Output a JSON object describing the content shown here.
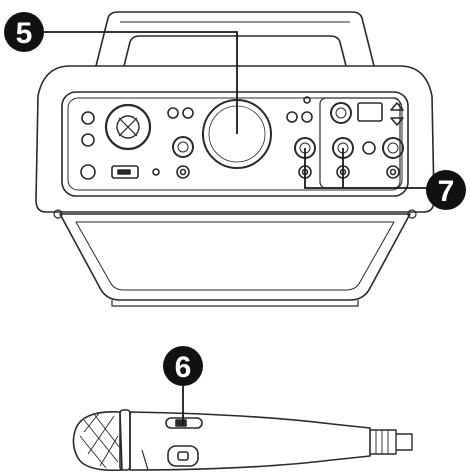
{
  "callouts": {
    "top_left": "5",
    "microphone": "6",
    "right": "7"
  }
}
